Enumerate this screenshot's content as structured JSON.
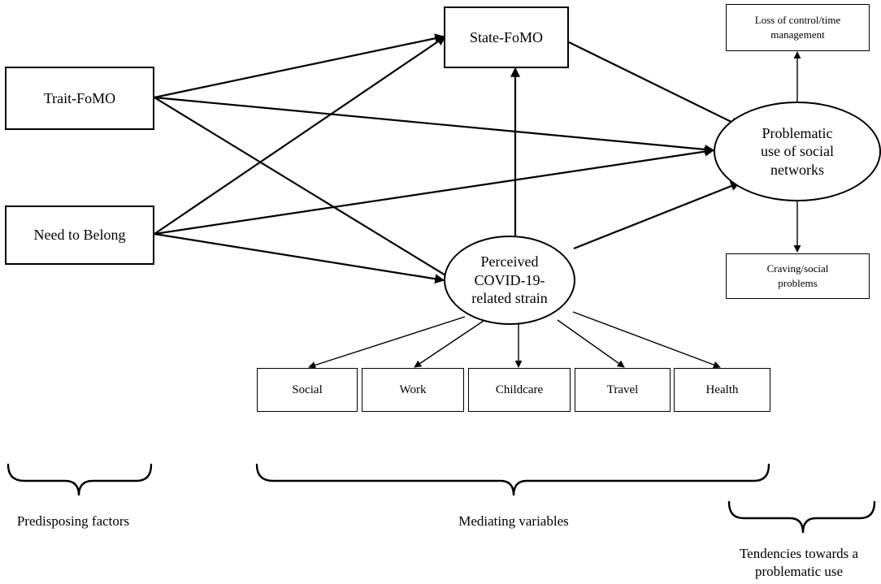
{
  "nodes": {
    "trait_fomo": "Trait-FoMO",
    "need_to_belong": "Need to Belong",
    "state_fomo": "State-FoMO",
    "covid_strain": "Perceived COVID-19-related strain",
    "covid_strain_lines": [
      "Perceived",
      "COVID-19-",
      "related strain"
    ],
    "problematic_use": "Problematic use of social networks",
    "problematic_use_lines": [
      "Problematic",
      "use of social",
      "networks"
    ],
    "loss_of_control": "Loss of control/time management",
    "loss_of_control_lines": [
      "Loss of control/time",
      "management"
    ],
    "craving": "Craving/social problems",
    "craving_lines": [
      "Craving/social",
      "problems"
    ]
  },
  "strain_indicators": [
    "Social",
    "Work",
    "Childcare",
    "Travel",
    "Health"
  ],
  "groups": {
    "predisposing": "Predisposing factors",
    "mediating": "Mediating variables",
    "tendencies_lines": [
      "Tendencies towards a",
      "problematic use"
    ]
  }
}
